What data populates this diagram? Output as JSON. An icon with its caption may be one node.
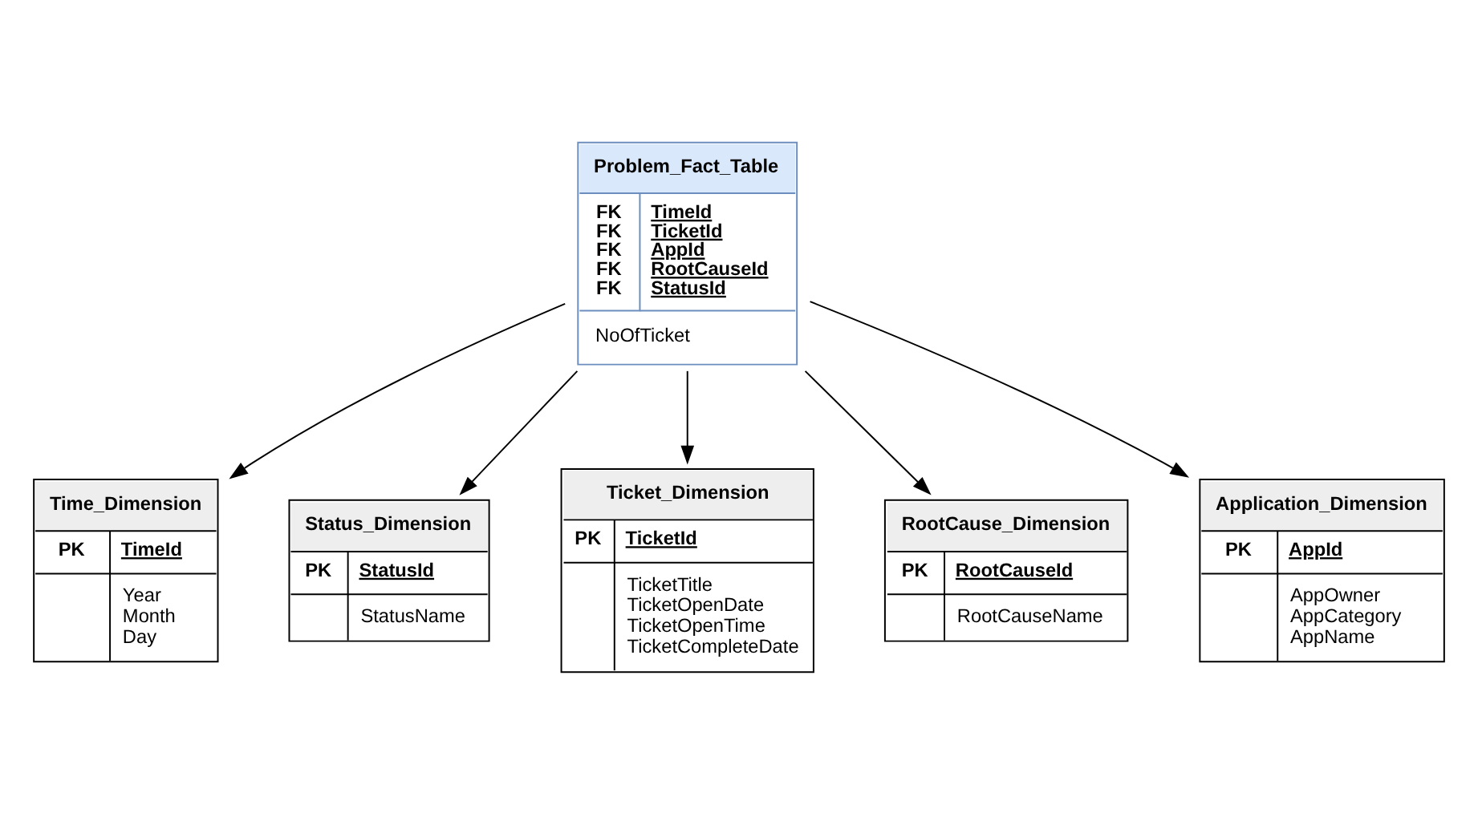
{
  "diagram": {
    "nodes": [
      {
        "text": [
          "Time_Dimension",
          "PK",
          "TimeId",
          "Year",
          "Month",
          "Day"
        ]
      },
      {
        "text": [
          "Problem_Fact_Table",
          "FK",
          "TimeId",
          "FK",
          "TicketId",
          "FK",
          "AppId",
          "FK",
          "RootCauseId",
          "FK",
          "StatusId",
          "NoOfTicket"
        ]
      },
      {
        "text": [
          "Status_Dimension",
          "PK",
          "StatusId",
          "StatusName"
        ]
      },
      {
        "text": [
          "Ticket_Dimension",
          "PK",
          "TicketId",
          "TicketTitle",
          "TicketOpenDate",
          "TicketOpenTime",
          "TicketCompleteDate"
        ]
      },
      {
        "text": [
          "RootCause_Dimension",
          "PK",
          "RootCauseId",
          "RootCauseName"
        ]
      },
      {
        "text": [
          "Application_Dimension",
          "PK",
          "AppId",
          "AppOwner",
          "AppCategory",
          "AppName"
        ]
      }
    ],
    "edges": [
      {
        "from": 1,
        "to": 0,
        "arrow": "to"
      },
      {
        "from": 1,
        "to": 2,
        "arrow": "to"
      },
      {
        "from": 1,
        "to": 3,
        "arrow": "to"
      },
      {
        "from": 1,
        "to": 4,
        "arrow": "to"
      },
      {
        "from": 1,
        "to": 5,
        "arrow": "to"
      }
    ]
  }
}
